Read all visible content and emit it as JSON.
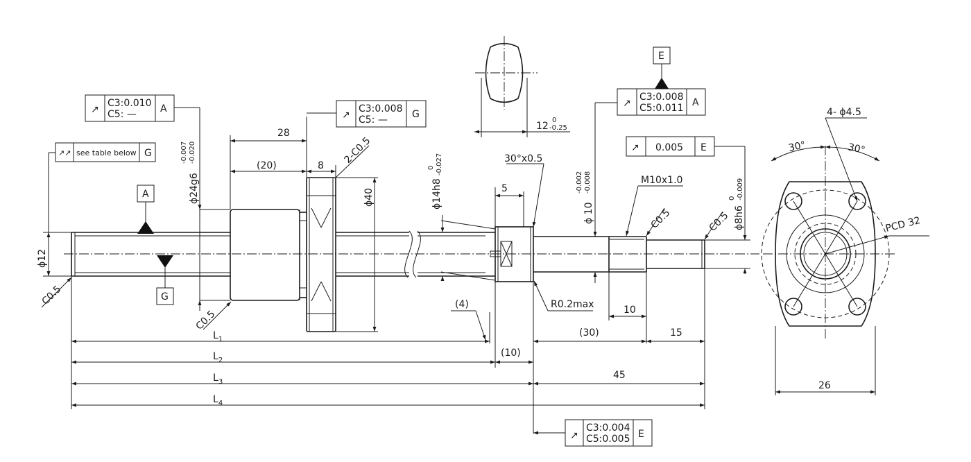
{
  "frames": {
    "a": {
      "sym": "↗",
      "l1": "C3:0.010",
      "l2": "C5:  —",
      "ref": "A"
    },
    "b": {
      "sym": "↗↗",
      "l1": "see table below",
      "ref": "G"
    },
    "c": {
      "sym": "↗",
      "l1": "C3:0.008",
      "l2": "C5:  —",
      "ref": "G"
    },
    "d": {
      "sym": "↗",
      "l1": "C3:0.008",
      "l2": "C5:0.011",
      "ref": "A"
    },
    "e": {
      "sym": "↗",
      "l1": "0.005",
      "ref": "E"
    },
    "f": {
      "sym": "↗",
      "l1": "C3:0.004",
      "l2": "C5:0.005",
      "ref": "E"
    }
  },
  "datums": {
    "a": "A",
    "g": "G",
    "e": "E"
  },
  "dims": {
    "d12": "ϕ12",
    "c05_left": "C0.5",
    "c05_flange": "C0.5",
    "d24_base": "ϕ24g6",
    "d24_up": "-0.007",
    "d24_lo": "-0.020",
    "len28": "28",
    "len20": "(20)",
    "len8": "8",
    "c05_2": "2-C0.5",
    "d40": "ϕ40",
    "d14_base": "ϕ14h8",
    "d14_up": "0",
    "d14_lo": "-0.027",
    "flat12_base": "12",
    "flat12_up": "0",
    "flat12_lo": "-0.25",
    "chamfer30": "30°x0.5",
    "len5": "5",
    "d10_base": "ϕ 10",
    "d10_up": "-0.002",
    "d10_lo": "-0.008",
    "m10": "M10x1.0",
    "c05_thread": "C0.5",
    "c05_end": "C0.5",
    "d8_base": "ϕ8h6",
    "d8_up": "0",
    "d8_lo": "-0.009",
    "len4": "(4)",
    "r02": "R0.2max",
    "len10": "10",
    "len30": "(30)",
    "len15": "15",
    "len10b": "(10)",
    "len45": "45",
    "L1": "L",
    "L1s": "1",
    "L2": "L",
    "L2s": "2",
    "L3": "L",
    "L3s": "3",
    "L4": "L",
    "L4s": "4",
    "holes": "4- ϕ4.5",
    "ang1": "30°",
    "ang2": "30°",
    "pcd": "PCD 32",
    "len26": "26"
  }
}
